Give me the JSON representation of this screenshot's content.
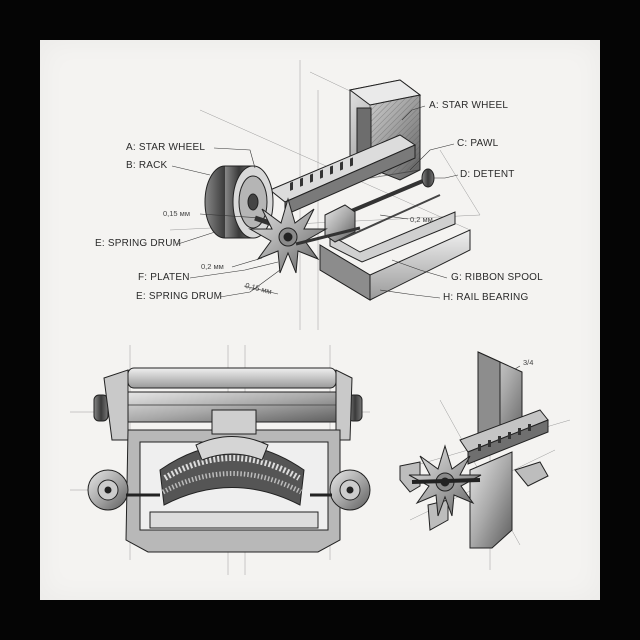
{
  "labels": {
    "star_wheel_right": "A: STAR WHEEL",
    "pawl": "C: PAWL",
    "detent": "D: DETENT",
    "star_wheel_left": "A: STAR WHEEL",
    "rack": "B: RACK",
    "spring_drum_1": "E: SPRING DRUM",
    "platen": "F: PLATEN",
    "spring_drum_2": "E: SPRING DRUM",
    "ribbon_spool": "G: RIBBON SPOOL",
    "rail_bearing": "H: RAIL BEARING"
  },
  "dimensions": {
    "d1": "0,15 мм",
    "d2": "0,2 мм",
    "d3": "0,2 мм",
    "d4": "0,15 мм",
    "fraction": "3/4"
  }
}
